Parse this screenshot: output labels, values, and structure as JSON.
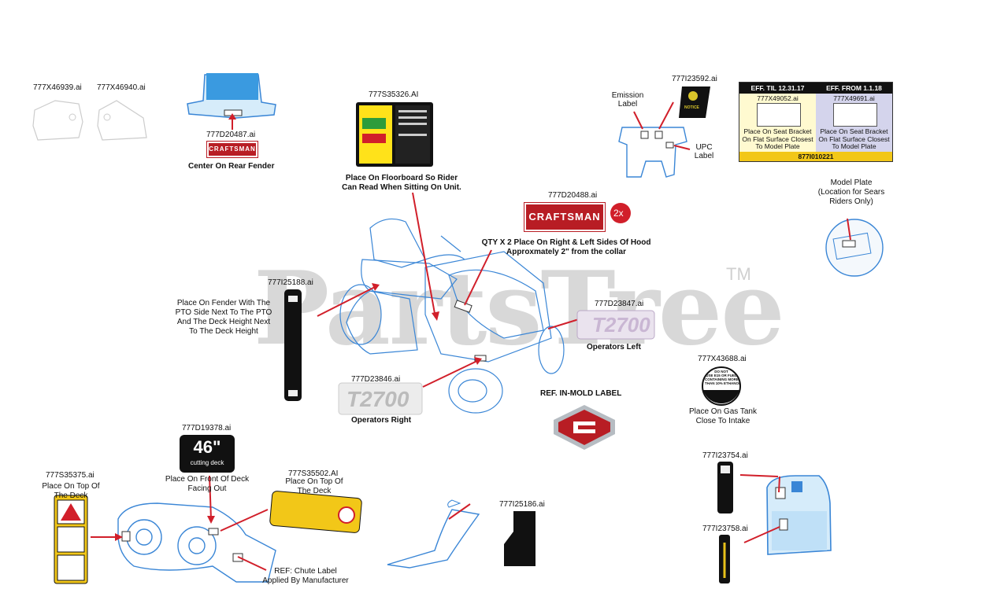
{
  "watermark": {
    "text": "PartsTree",
    "tm": "TM"
  },
  "parts": {
    "p1": "777X46939.ai",
    "p2": "777X46940.ai",
    "p3": "777D20487.ai",
    "p3_note": "Center On Rear Fender",
    "p4": "777S35326.AI",
    "p4_note_1": "Place On Floorboard So Rider",
    "p4_note_2": "Can Read When Sitting On Unit.",
    "emission": "Emission\nLabel",
    "upc": "UPC\nLabel",
    "p5": "777I23592.ai",
    "p6": "777D20488.ai",
    "p6_badge": "2x",
    "p6_note_1": "QTY X 2 Place On Right & Left Sides Of Hood",
    "p6_note_2": "Approxmately 2\" from the collar",
    "p7": "777I25188.ai",
    "p7_note": "Place On Fender With The\nPTO Side Next To The PTO\nAnd The Deck Height Next\nTo The Deck Height",
    "p8": "777D23847.ai",
    "p8_note": "Operators Left",
    "p9": "777D23846.ai",
    "p9_note": "Operators Right",
    "inmold": "REF.  IN-MOLD LABEL",
    "p10": "777X43688.ai",
    "p10_note": "Place On Gas Tank\nClose To Intake",
    "p11": "777D19378.ai",
    "p11_big": "46\"",
    "p11_small": "cutting deck",
    "p11_note": "Place On Front Of Deck\nFacing Out",
    "p12": "777S35375.ai",
    "p12_note": "Place On Top Of\nThe Deck",
    "p13": "777S35502.AI",
    "p13_note": "Place On Top Of\nThe Deck",
    "chute_note": "REF: Chute Label\nApplied By Manufacturer",
    "p14": "777I25186.ai",
    "p15": "777I23754.ai",
    "p16": "777I23758.ai",
    "model_plate": "Model Plate\n(Location for Sears\nRiders Only)",
    "brand": "CRAFTSMAN",
    "t2700": "T2700"
  },
  "eff": {
    "col1_head": "EFF. TIL 12.31.17",
    "col2_head": "EFF. FROM 1.1.18",
    "col1_part": "777X49052.ai",
    "col2_part": "777X49691.ai",
    "col_note": "Place On Seat Bracket\nOn Flat Surface Closest\nTo Model Plate",
    "footer": "877I010221",
    "col1_bg": "#fffad0",
    "col2_bg": "#d4d4ec",
    "head_bg": "#111111"
  },
  "notice_text": "NOTICE",
  "gas_text": "DO NOT\nUSE E15 OR FUEL\nCONTAINING MORE\nTHAN 10% ETHANOL",
  "colors": {
    "arrow": "#d11f2a",
    "outline": "#3a86d6",
    "brand": "#b81d24"
  }
}
